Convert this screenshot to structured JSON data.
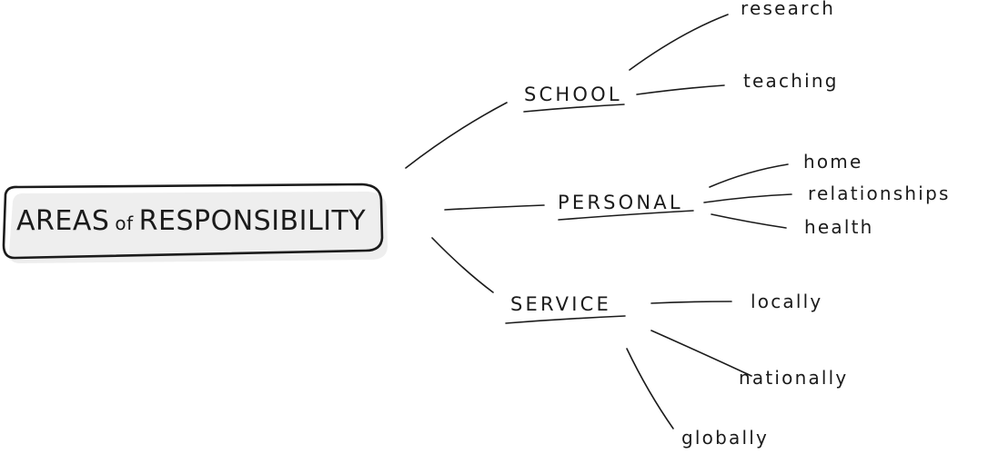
{
  "mindmap": {
    "root": {
      "label_part1": "AREAS",
      "label_connector": "of",
      "label_part2": "RESPONSIBILITY"
    },
    "branches": {
      "school": {
        "label": "SCHOOL",
        "leaves": [
          "research",
          "teaching"
        ]
      },
      "personal": {
        "label": "PERSONAL",
        "leaves": [
          "home",
          "relationships",
          "health"
        ]
      },
      "service": {
        "label": "SERVICE",
        "leaves": [
          "locally",
          "nationally",
          "globally"
        ]
      }
    }
  }
}
